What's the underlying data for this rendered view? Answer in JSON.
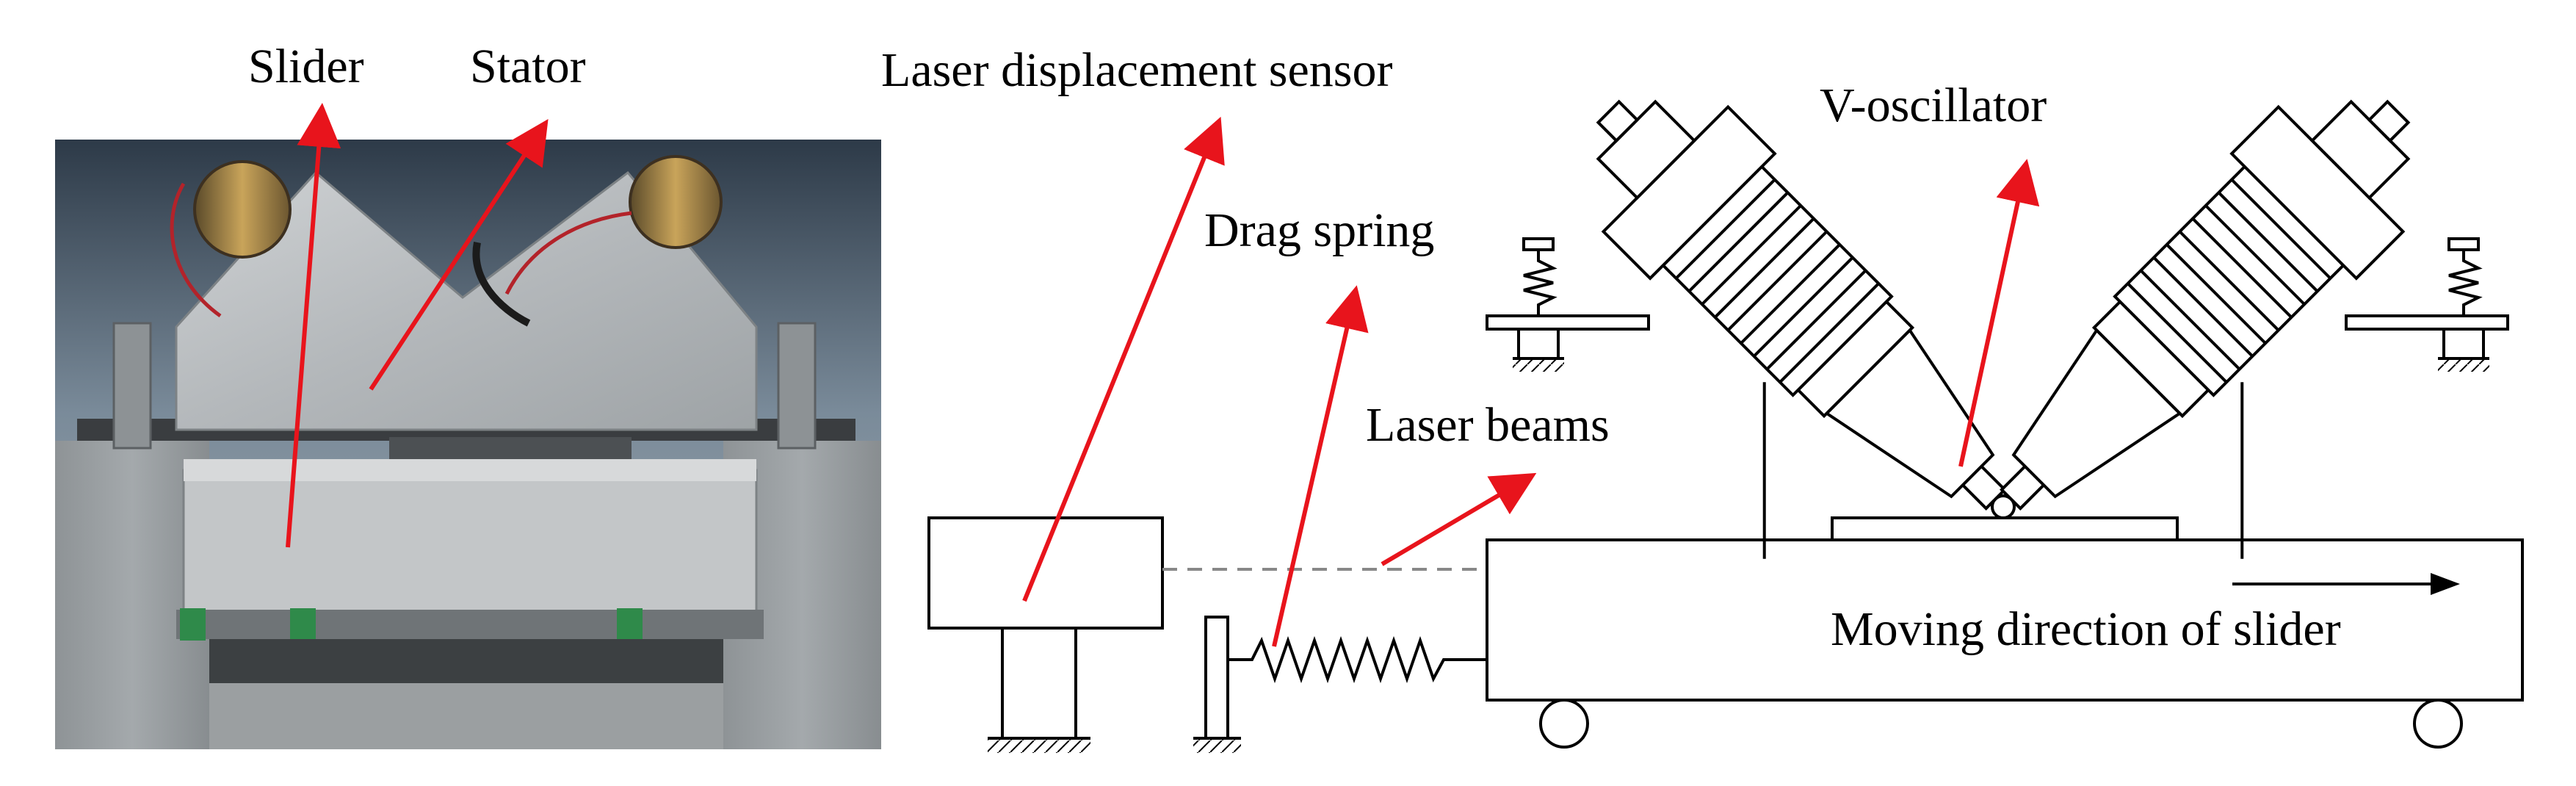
{
  "photo_labels": {
    "slider": "Slider",
    "stator": "Stator"
  },
  "schematic_labels": {
    "laser_sensor": "Laser displacement sensor",
    "v_oscillator": "V-oscillator",
    "drag_spring": "Drag spring",
    "laser_beams": "Laser beams",
    "moving_direction": "Moving direction of slider"
  },
  "colors": {
    "arrow": "#e8141c",
    "line": "#000000",
    "beam": "#888888",
    "metal": "#b9bcbe",
    "background_photo": "#9aa0a3"
  }
}
